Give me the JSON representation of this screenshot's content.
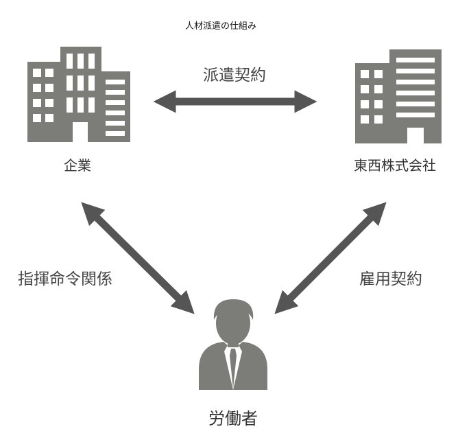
{
  "title": "人材派遣の仕組み",
  "nodes": {
    "company": {
      "label": "企業",
      "icon": "office-building-icon"
    },
    "agency": {
      "label": "東西株式会社",
      "icon": "office-building-icon"
    },
    "worker": {
      "label": "労働者",
      "icon": "businessman-icon"
    }
  },
  "edges": {
    "dispatch_contract": {
      "label": "派遣契約",
      "from": "企業",
      "to": "東西株式会社"
    },
    "command_relation": {
      "label": "指揮命令関係",
      "from": "企業",
      "to": "労働者"
    },
    "employment_contract": {
      "label": "雇用契約",
      "from": "東西株式会社",
      "to": "労働者"
    }
  },
  "colors": {
    "icon": "#7c7d78",
    "arrow": "#555555",
    "text": "#333333"
  }
}
